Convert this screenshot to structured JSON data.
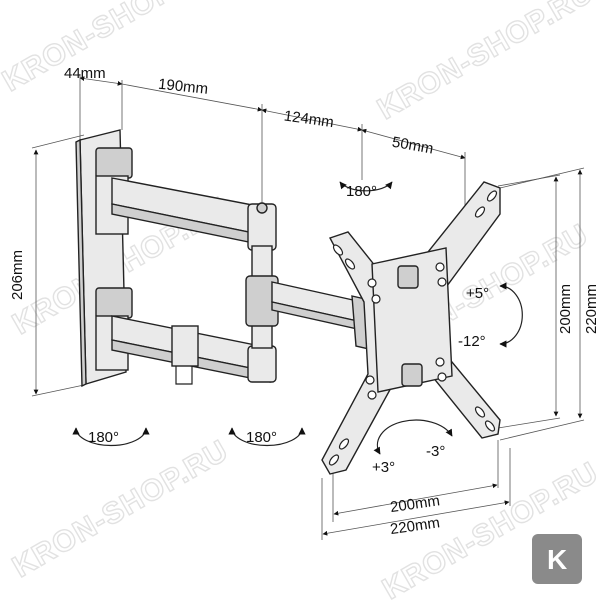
{
  "watermark": {
    "text": "KRON-SHOP.RU",
    "badge_letter": "K",
    "color": "#e2e2e2",
    "badge_color": "#8a8a8a"
  },
  "dimensions": {
    "depth_wall": "44mm",
    "arm_1": "190mm",
    "arm_2": "124mm",
    "arm_3": "50mm",
    "height_wall_plate": "206mm",
    "vesa_vertical_inner": "200mm",
    "vesa_vertical_outer": "220mm",
    "vesa_horizontal_inner": "200mm",
    "vesa_horizontal_outer": "220mm"
  },
  "rotations": {
    "top_swivel": "180°",
    "bottom_left_swivel": "180°",
    "bottom_mid_swivel": "180°",
    "tilt_up": "+5°",
    "tilt_down": "-12°",
    "rotate_plus": "+3°",
    "rotate_minus": "-3°"
  }
}
